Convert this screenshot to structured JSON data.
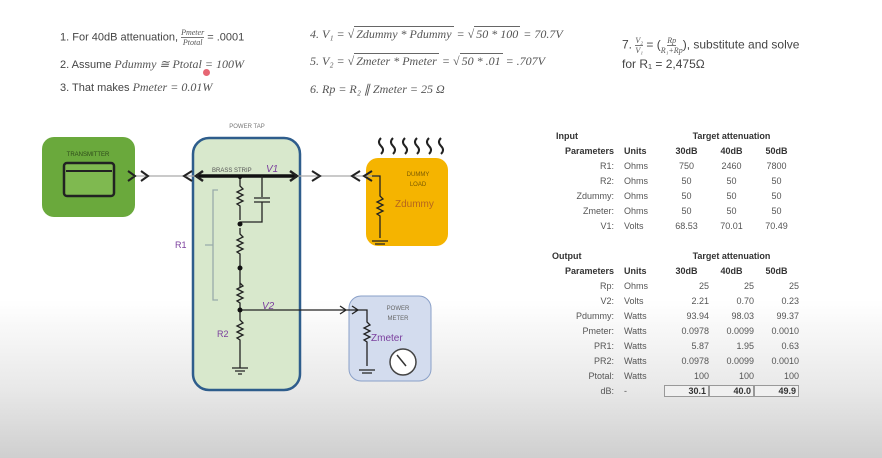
{
  "steps": {
    "s1": {
      "prefix": "1.  For 40dB attenuation,",
      "num": "Pmeter",
      "den": "Ptotal",
      "result": "= .0001"
    },
    "s2": {
      "prefix": "2.  Assume",
      "expr": "Pdummy ≅ Ptotal",
      "result": "= 100W"
    },
    "s3": {
      "prefix": "3.  That makes",
      "expr": "Pmeter",
      "result": "= 0.01W"
    },
    "s4": {
      "lhs": "4. V₁ =",
      "rad": "Zdummy * Pdummy",
      "mid": "=",
      "rad2": "50 * 100",
      "result": "= 70.7V"
    },
    "s5": {
      "lhs": "5. V₂ =",
      "rad": "Zmeter * Pmeter",
      "mid": "=",
      "rad2": "50 * .01",
      "result": "= .707V"
    },
    "s6": {
      "expr": "6. Rp = R₂ ∥ Zmeter = 25 Ω"
    },
    "s7": {
      "lhs": "7.",
      "num": "V₂",
      "den": "V₁",
      "eq": "=",
      "pnum": "Rp",
      "pden": "R₁+Rp",
      "text": ", substitute and solve",
      "line2": "for R₁ = 2,475Ω"
    }
  },
  "diagram": {
    "transmitter": "TRANSMITTER",
    "power_tap": "POWER TAP",
    "brass_strip": "BRASS STRIP",
    "v1": "V1",
    "v2": "V2",
    "r1": "R1",
    "r2": "R2",
    "dummy_load_1": "DUMMY",
    "dummy_load_2": "LOAD",
    "zdummy": "Zdummy",
    "power_meter_1": "POWER",
    "power_meter_2": "METER",
    "zmeter": "Zmeter",
    "colors": {
      "transmitter": "#6aa93c",
      "power_tap": "#d8e8cc",
      "dummy": "#f5b400",
      "meter": "#d3dcee",
      "label": "#7a3e9d"
    }
  },
  "input_table": {
    "title1": "Input",
    "title2": "Parameters",
    "units": "Units",
    "target": "Target attenuation",
    "cols": [
      "30dB",
      "40dB",
      "50dB"
    ],
    "rows": [
      {
        "p": "R1:",
        "u": "Ohms",
        "v": [
          "750",
          "2460",
          "7800"
        ]
      },
      {
        "p": "R2:",
        "u": "Ohms",
        "v": [
          "50",
          "50",
          "50"
        ]
      },
      {
        "p": "Zdummy:",
        "u": "Ohms",
        "v": [
          "50",
          "50",
          "50"
        ]
      },
      {
        "p": "Zmeter:",
        "u": "Ohms",
        "v": [
          "50",
          "50",
          "50"
        ]
      },
      {
        "p": "V1:",
        "u": "Volts",
        "v": [
          "68.53",
          "70.01",
          "70.49"
        ]
      }
    ]
  },
  "output_table": {
    "title1": "Output",
    "title2": "Parameters",
    "units": "Units",
    "target": "Target attenuation",
    "cols": [
      "30dB",
      "40dB",
      "50dB"
    ],
    "rows": [
      {
        "p": "Rp:",
        "u": "Ohms",
        "v": [
          "25",
          "25",
          "25"
        ]
      },
      {
        "p": "V2:",
        "u": "Volts",
        "v": [
          "2.21",
          "0.70",
          "0.23"
        ]
      },
      {
        "p": "Pdummy:",
        "u": "Watts",
        "v": [
          "93.94",
          "98.03",
          "99.37"
        ]
      },
      {
        "p": "Pmeter:",
        "u": "Watts",
        "v": [
          "0.0978",
          "0.0099",
          "0.0010"
        ]
      },
      {
        "p": "PR1:",
        "u": "Watts",
        "v": [
          "5.87",
          "1.95",
          "0.63"
        ]
      },
      {
        "p": "PR2:",
        "u": "Watts",
        "v": [
          "0.0978",
          "0.0099",
          "0.0010"
        ]
      },
      {
        "p": "Ptotal:",
        "u": "Watts",
        "v": [
          "100",
          "100",
          "100"
        ]
      },
      {
        "p": "dB:",
        "u": "-",
        "v": [
          "30.1",
          "40.0",
          "49.9"
        ]
      }
    ]
  }
}
